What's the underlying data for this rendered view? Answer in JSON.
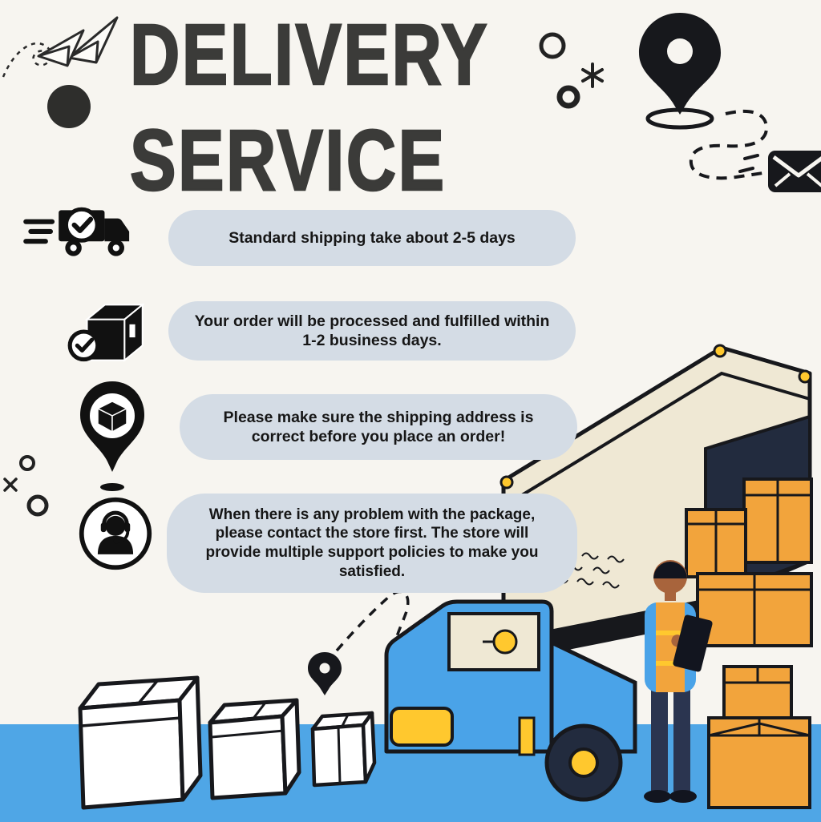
{
  "title": {
    "line1": "DELIVERY",
    "line2": "SERVICE"
  },
  "items": [
    {
      "icon": "express-truck-icon",
      "text": "Standard shipping take about 2-5 days"
    },
    {
      "icon": "package-check-icon",
      "text": "Your order will be processed and fulfilled within 1-2 business days."
    },
    {
      "icon": "address-pin-icon",
      "text": "Please make sure the shipping address is correct before you place an order!"
    },
    {
      "icon": "customer-support-icon",
      "text": "When there is any problem with the package, please contact the store first. The store will provide multiple support policies to make you satisfied."
    }
  ],
  "colors": {
    "background": "#f7f5f0",
    "band_blue": "#4fa6e6",
    "pill_gray": "#d4dce5",
    "title_dark": "#3b3b39",
    "truck_blue": "#4aa3e8",
    "box_orange": "#f2a43c",
    "container_cream": "#efe8d4",
    "accent_yellow": "#ffc82e",
    "ink": "#17181c"
  }
}
